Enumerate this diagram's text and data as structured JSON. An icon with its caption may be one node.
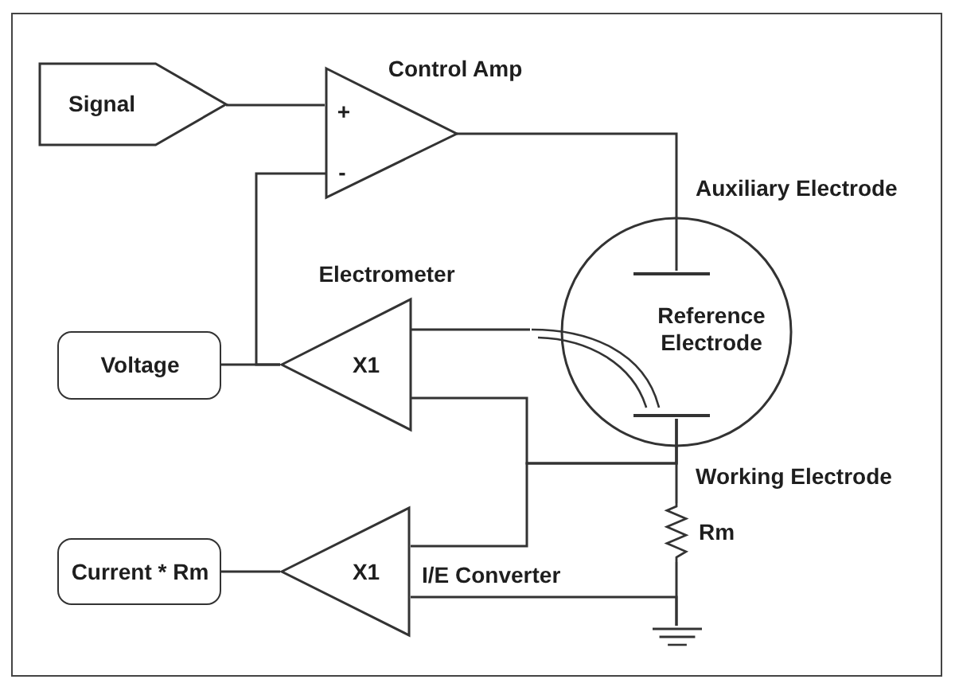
{
  "diagram": {
    "nodes": [
      {
        "text": [
          "Signal"
        ]
      },
      {
        "text": [
          "Control Amp",
          "+",
          "-"
        ]
      },
      {
        "text": [],
        "shape": "circle"
      },
      {
        "text": [],
        "shape": "bar",
        "beside": [
          "Auxiliary Electrode"
        ],
        "in": 2
      },
      {
        "text": [],
        "shape": "probe",
        "beside": [
          "Reference Electrode"
        ]
      },
      {
        "text": [],
        "shape": "bar",
        "in": 2
      },
      {
        "text": [
          "Voltage"
        ]
      },
      {
        "text": [
          "Electrometer",
          "X1"
        ]
      },
      {
        "text": [],
        "shape": "resistor",
        "beside": [
          "Rm"
        ]
      },
      {
        "text": [
          "Current * Rm"
        ]
      },
      {
        "text": [
          "X1"
        ],
        "beside": [
          "I/E Converter"
        ]
      },
      {
        "text": [],
        "shape": "ground"
      }
    ],
    "edges": [
      {
        "from": 0,
        "to": 1,
        "arrow": "none"
      },
      {
        "from": 1,
        "to": 3,
        "arrow": "none"
      },
      {
        "from": 7,
        "to": 1,
        "arrow": "none"
      },
      {
        "from": 7,
        "to": 6,
        "arrow": "none"
      },
      {
        "from": 4,
        "to": 7,
        "arrow": "none"
      },
      {
        "from": 5,
        "to": 7,
        "arrow": "none"
      },
      {
        "from": 5,
        "to": 10,
        "arrow": "none"
      },
      {
        "from": 5,
        "to": 8,
        "arrow": "none"
      },
      {
        "from": 8,
        "to": 11,
        "arrow": "none"
      },
      {
        "from": 10,
        "to": 11,
        "arrow": "none"
      },
      {
        "from": 10,
        "to": 9,
        "arrow": "none"
      }
    ],
    "labels": [
      "Working Electrode"
    ]
  }
}
